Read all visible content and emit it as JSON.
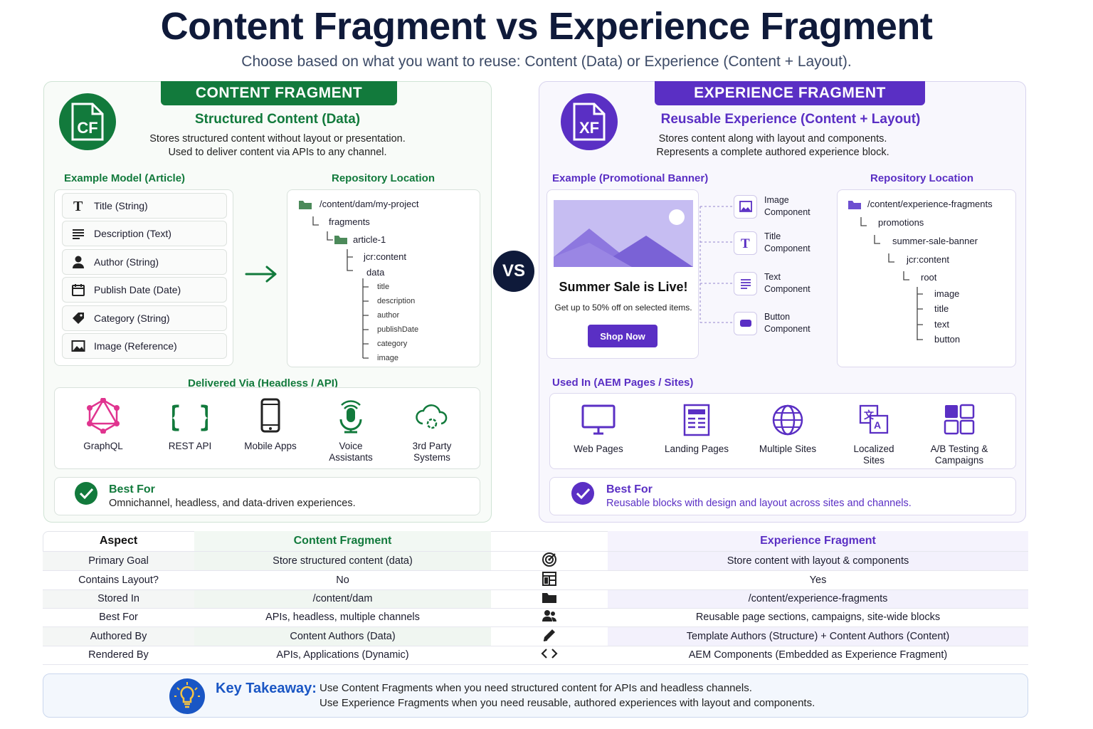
{
  "header": {
    "title": "Content Fragment vs Experience Fragment",
    "subtitle": "Choose based on what you want to reuse: Content (Data) or Experience (Content + Layout)."
  },
  "cf": {
    "banner": "CONTENT FRAGMENT",
    "logo": "CF",
    "heading": "Structured Content (Data)",
    "desc1": "Stores structured content without layout or presentation.",
    "desc2": "Used to deliver content via APIs to any channel.",
    "model_label": "Example Model (Article)",
    "repo_label": "Repository Location",
    "fields": [
      {
        "icon": "text-icon",
        "label": "Title (String)"
      },
      {
        "icon": "lines-icon",
        "label": "Description (Text)"
      },
      {
        "icon": "person-icon",
        "label": "Author (String)"
      },
      {
        "icon": "calendar-icon",
        "label": "Publish Date (Date)"
      },
      {
        "icon": "tag-icon",
        "label": "Category (String)"
      },
      {
        "icon": "image-icon",
        "label": "Image (Reference)"
      }
    ],
    "tree": {
      "root": "/content/dam/my-project",
      "fragments": "fragments",
      "article": "article-1",
      "jcr": "jcr:content",
      "data": "data",
      "children": [
        "title",
        "description",
        "author",
        "publishDate",
        "category",
        "image"
      ]
    },
    "delivered_label": "Delivered Via (Headless / API)",
    "delivered": [
      {
        "icon": "graphql-icon",
        "l1": "GraphQL",
        "l2": ""
      },
      {
        "icon": "braces-icon",
        "l1": "REST API",
        "l2": ""
      },
      {
        "icon": "mobile-icon",
        "l1": "Mobile Apps",
        "l2": ""
      },
      {
        "icon": "voice-icon",
        "l1": "Voice",
        "l2": "Assistants"
      },
      {
        "icon": "cloud-icon",
        "l1": "3rd Party",
        "l2": "Systems"
      }
    ],
    "best_title": "Best For",
    "best_text": "Omnichannel, headless, and data-driven experiences."
  },
  "vs": "VS",
  "xf": {
    "banner": "EXPERIENCE FRAGMENT",
    "logo": "XF",
    "heading": "Reusable Experience (Content + Layout)",
    "desc1": "Stores content along with layout and components.",
    "desc2": "Represents a complete authored experience block.",
    "example_label": "Example (Promotional Banner)",
    "repo_label": "Repository Location",
    "promo": {
      "title": "Summer Sale is Live!",
      "text": "Get up to 50% off on selected items.",
      "button": "Shop Now"
    },
    "components": [
      {
        "icon": "image-icon",
        "l1": "Image",
        "l2": "Component"
      },
      {
        "icon": "text-icon",
        "l1": "Title",
        "l2": "Component"
      },
      {
        "icon": "lines-icon",
        "l1": "Text",
        "l2": "Component"
      },
      {
        "icon": "button-icon",
        "l1": "Button",
        "l2": "Component"
      }
    ],
    "tree": {
      "root": "/content/experience-fragments",
      "promotions": "promotions",
      "banner": "summer-sale-banner",
      "jcr": "jcr:content",
      "rootnode": "root",
      "children": [
        "image",
        "title",
        "text",
        "button"
      ]
    },
    "used_label": "Used In (AEM Pages / Sites)",
    "used": [
      {
        "icon": "monitor-icon",
        "l1": "Web Pages",
        "l2": ""
      },
      {
        "icon": "landing-icon",
        "l1": "Landing Pages",
        "l2": ""
      },
      {
        "icon": "globe-icon",
        "l1": "Multiple Sites",
        "l2": ""
      },
      {
        "icon": "translate-icon",
        "l1": "Localized",
        "l2": "Sites"
      },
      {
        "icon": "grid-icon",
        "l1": "A/B Testing &",
        "l2": "Campaigns"
      }
    ],
    "best_title": "Best For",
    "best_text": "Reusable blocks with design and layout across sites and channels."
  },
  "table": {
    "headers": [
      "Aspect",
      "Content Fragment",
      "Experience Fragment"
    ],
    "rows": [
      {
        "aspect": "Primary Goal",
        "cf": "Store structured content (data)",
        "icon": "target-icon",
        "xf": "Store content with layout & components"
      },
      {
        "aspect": "Contains Layout?",
        "cf": "No",
        "icon": "layout-icon",
        "xf": "Yes"
      },
      {
        "aspect": "Stored In",
        "cf": "/content/dam",
        "icon": "folder-icon",
        "xf": "/content/experience-fragments"
      },
      {
        "aspect": "Best For",
        "cf": "APIs, headless, multiple channels",
        "icon": "users-icon",
        "xf": "Reusable page sections, campaigns, site-wide blocks"
      },
      {
        "aspect": "Authored By",
        "cf": "Content Authors (Data)",
        "icon": "pencil-icon",
        "xf": "Template Authors (Structure) + Content Authors (Content)"
      },
      {
        "aspect": "Rendered By",
        "cf": "APIs, Applications (Dynamic)",
        "icon": "code-icon",
        "xf": "AEM Components (Embedded as Experience Fragment)"
      }
    ]
  },
  "key": {
    "label": "Key Takeaway:",
    "line1": "Use Content Fragments when you need structured content for APIs and headless channels.",
    "line2": "Use Experience Fragments when you need reusable, authored experiences with layout and components."
  },
  "colors": {
    "cf": "#127a3c",
    "xf": "#5a2fc4",
    "navy": "#0f1a3a",
    "key": "#1a56c4"
  }
}
